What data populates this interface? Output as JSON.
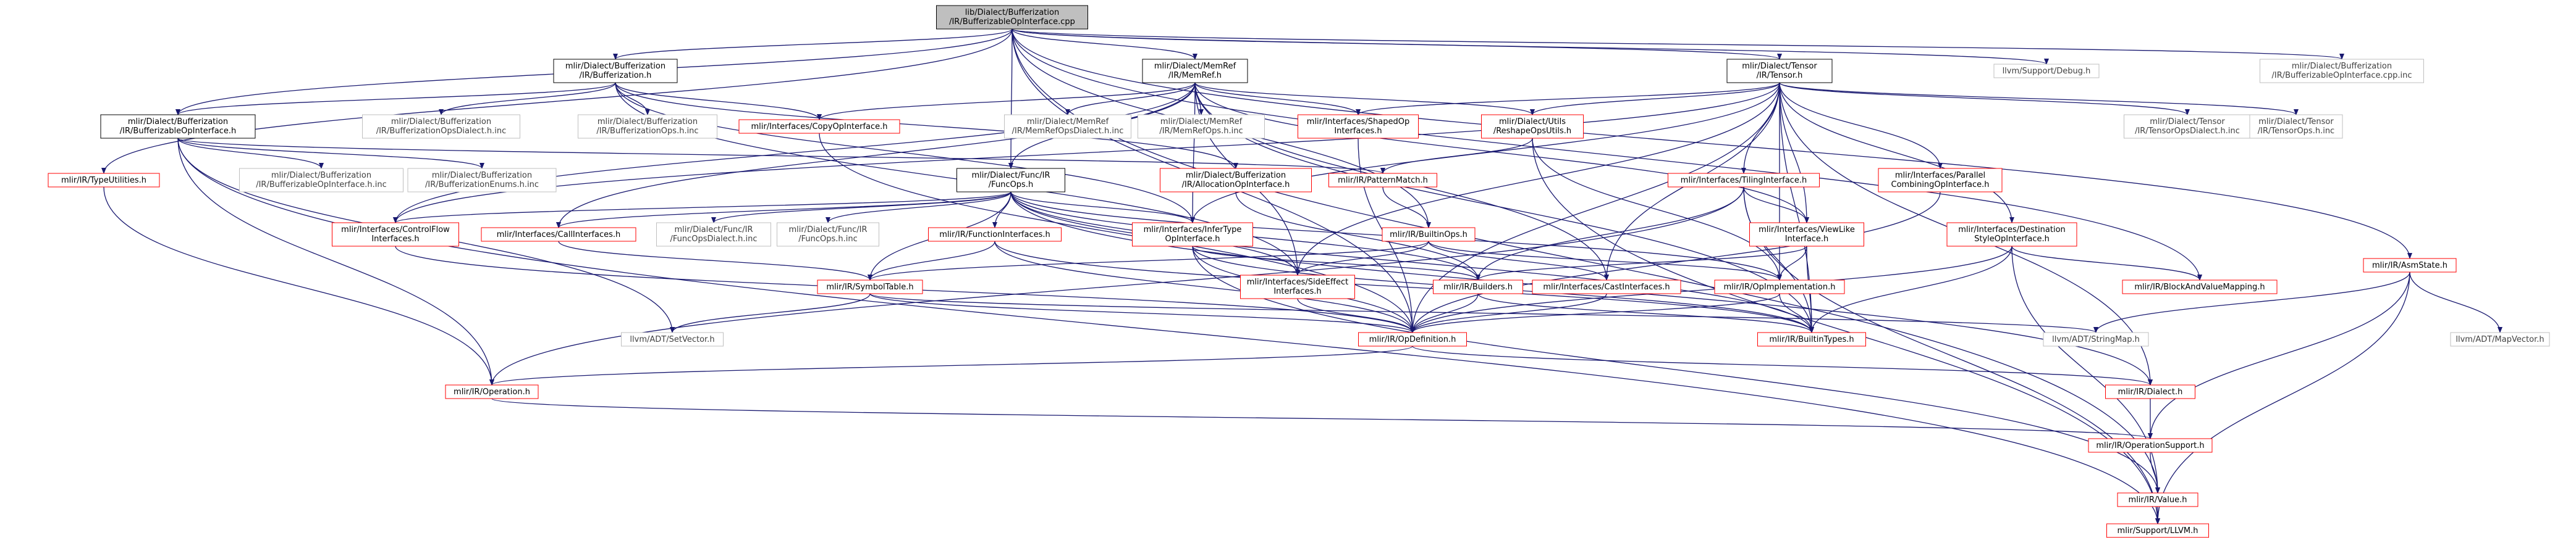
{
  "colors": {
    "edge": "#191970",
    "root_fill": "#bfbfbf",
    "red_border": "#ff0000",
    "grey_border": "#bfbfbf"
  },
  "nodes": [
    {
      "id": "root",
      "lines": [
        "lib/Dialect/Bufferization",
        "/IR/BufferizableOpInterface.cpp"
      ],
      "style": "root"
    },
    {
      "id": "bufferization_h",
      "lines": [
        "mlir/Dialect/Bufferization",
        "/IR/Bufferization.h"
      ],
      "style": "plain"
    },
    {
      "id": "memref_h",
      "lines": [
        "mlir/Dialect/MemRef",
        "/IR/MemRef.h"
      ],
      "style": "plain"
    },
    {
      "id": "tensor_h",
      "lines": [
        "mlir/Dialect/Tensor",
        "/IR/Tensor.h"
      ],
      "style": "plain"
    },
    {
      "id": "debug_h",
      "lines": [
        "llvm/Support/Debug.h"
      ],
      "style": "grey"
    },
    {
      "id": "bufop_cpp_inc",
      "lines": [
        "mlir/Dialect/Bufferization",
        "/IR/BufferizableOpInterface.cpp.inc"
      ],
      "style": "grey"
    },
    {
      "id": "bufop_iface_h",
      "lines": [
        "mlir/Dialect/Bufferization",
        "/IR/BufferizableOpInterface.h"
      ],
      "style": "plain"
    },
    {
      "id": "bufops_dialect_inc",
      "lines": [
        "mlir/Dialect/Bufferization",
        "/IR/BufferizationOpsDialect.h.inc"
      ],
      "style": "grey"
    },
    {
      "id": "bufops_h_inc",
      "lines": [
        "mlir/Dialect/Bufferization",
        "/IR/BufferizationOps.h.inc"
      ],
      "style": "grey"
    },
    {
      "id": "copyop_h",
      "lines": [
        "mlir/Interfaces/CopyOpInterface.h"
      ],
      "style": "red"
    },
    {
      "id": "memref_dialect_inc",
      "lines": [
        "mlir/Dialect/MemRef",
        "/IR/MemRefOpsDialect.h.inc"
      ],
      "style": "grey"
    },
    {
      "id": "memref_ops_inc",
      "lines": [
        "mlir/Dialect/MemRef",
        "/IR/MemRefOps.h.inc"
      ],
      "style": "grey"
    },
    {
      "id": "shapedop_h",
      "lines": [
        "mlir/Interfaces/ShapedOp",
        "Interfaces.h"
      ],
      "style": "red"
    },
    {
      "id": "reshape_h",
      "lines": [
        "mlir/Dialect/Utils",
        "/ReshapeOpsUtils.h"
      ],
      "style": "red"
    },
    {
      "id": "tensor_dialect_inc",
      "lines": [
        "mlir/Dialect/Tensor",
        "/IR/TensorOpsDialect.h.inc"
      ],
      "style": "grey"
    },
    {
      "id": "tensor_ops_inc",
      "lines": [
        "mlir/Dialect/Tensor",
        "/IR/TensorOps.h.inc"
      ],
      "style": "grey"
    },
    {
      "id": "typeutil_h",
      "lines": [
        "mlir/IR/TypeUtilities.h"
      ],
      "style": "red"
    },
    {
      "id": "bufop_iface_inc",
      "lines": [
        "mlir/Dialect/Bufferization",
        "/IR/BufferizableOpInterface.h.inc"
      ],
      "style": "grey"
    },
    {
      "id": "bufenums_inc",
      "lines": [
        "mlir/Dialect/Bufferization",
        "/IR/BufferizationEnums.h.inc"
      ],
      "style": "grey"
    },
    {
      "id": "funcops_h",
      "lines": [
        "mlir/Dialect/Func/IR",
        "/FuncOps.h"
      ],
      "style": "plain"
    },
    {
      "id": "allocop_h",
      "lines": [
        "mlir/Dialect/Bufferization",
        "/IR/AllocationOpInterface.h"
      ],
      "style": "red"
    },
    {
      "id": "patternmatch_h",
      "lines": [
        "mlir/IR/PatternMatch.h"
      ],
      "style": "red"
    },
    {
      "id": "tiling_h",
      "lines": [
        "mlir/Interfaces/TilingInterface.h"
      ],
      "style": "red"
    },
    {
      "id": "parallel_h",
      "lines": [
        "mlir/Interfaces/Parallel",
        "CombiningOpInterface.h"
      ],
      "style": "red"
    },
    {
      "id": "asmstate_h",
      "lines": [
        "mlir/IR/AsmState.h"
      ],
      "style": "red"
    },
    {
      "id": "controlflow_h",
      "lines": [
        "mlir/Interfaces/ControlFlow",
        "Interfaces.h"
      ],
      "style": "red"
    },
    {
      "id": "callif_h",
      "lines": [
        "mlir/Interfaces/CallInterfaces.h"
      ],
      "style": "red"
    },
    {
      "id": "func_dialect_inc",
      "lines": [
        "mlir/Dialect/Func/IR",
        "/FuncOpsDialect.h.inc"
      ],
      "style": "grey"
    },
    {
      "id": "func_ops_inc",
      "lines": [
        "mlir/Dialect/Func/IR",
        "/FuncOps.h.inc"
      ],
      "style": "grey"
    },
    {
      "id": "funcif_h",
      "lines": [
        "mlir/IR/FunctionInterfaces.h"
      ],
      "style": "red"
    },
    {
      "id": "infertype_h",
      "lines": [
        "mlir/Interfaces/InferType",
        "OpInterface.h"
      ],
      "style": "red"
    },
    {
      "id": "builtinops_h",
      "lines": [
        "mlir/IR/BuiltinOps.h"
      ],
      "style": "red"
    },
    {
      "id": "viewlike_h",
      "lines": [
        "mlir/Interfaces/ViewLike",
        "Interface.h"
      ],
      "style": "red"
    },
    {
      "id": "dest_style_h",
      "lines": [
        "mlir/Interfaces/Destination",
        "StyleOpInterface.h"
      ],
      "style": "red"
    },
    {
      "id": "symboltable_h",
      "lines": [
        "mlir/IR/SymbolTable.h"
      ],
      "style": "red"
    },
    {
      "id": "sideeffect_h",
      "lines": [
        "mlir/Interfaces/SideEffect",
        "Interfaces.h"
      ],
      "style": "red"
    },
    {
      "id": "builders_h",
      "lines": [
        "mlir/IR/Builders.h"
      ],
      "style": "red"
    },
    {
      "id": "castif_h",
      "lines": [
        "mlir/Interfaces/CastInterfaces.h"
      ],
      "style": "red"
    },
    {
      "id": "opimpl_h",
      "lines": [
        "mlir/IR/OpImplementation.h"
      ],
      "style": "red"
    },
    {
      "id": "blockmap_h",
      "lines": [
        "mlir/IR/BlockAndValueMapping.h"
      ],
      "style": "red"
    },
    {
      "id": "setvector_h",
      "lines": [
        "llvm/ADT/SetVector.h"
      ],
      "style": "grey"
    },
    {
      "id": "opdef_h",
      "lines": [
        "mlir/IR/OpDefinition.h"
      ],
      "style": "red"
    },
    {
      "id": "builtintypes_h",
      "lines": [
        "mlir/IR/BuiltinTypes.h"
      ],
      "style": "red"
    },
    {
      "id": "stringmap_h",
      "lines": [
        "llvm/ADT/StringMap.h"
      ],
      "style": "grey"
    },
    {
      "id": "mapvector_h",
      "lines": [
        "llvm/ADT/MapVector.h"
      ],
      "style": "grey"
    },
    {
      "id": "operation_h",
      "lines": [
        "mlir/IR/Operation.h"
      ],
      "style": "red"
    },
    {
      "id": "dialect_h",
      "lines": [
        "mlir/IR/Dialect.h"
      ],
      "style": "red"
    },
    {
      "id": "opsupport_h",
      "lines": [
        "mlir/IR/OperationSupport.h"
      ],
      "style": "red"
    },
    {
      "id": "value_h",
      "lines": [
        "mlir/IR/Value.h"
      ],
      "style": "red"
    },
    {
      "id": "llvm_h",
      "lines": [
        "mlir/Support/LLVM.h"
      ],
      "style": "red"
    }
  ],
  "edges": [
    [
      "root",
      "bufferization_h"
    ],
    [
      "root",
      "memref_h"
    ],
    [
      "root",
      "tensor_h"
    ],
    [
      "root",
      "debug_h"
    ],
    [
      "root",
      "bufop_cpp_inc"
    ],
    [
      "root",
      "bufop_iface_h"
    ],
    [
      "root",
      "typeutil_h"
    ],
    [
      "root",
      "funcops_h"
    ],
    [
      "root",
      "asmstate_h"
    ],
    [
      "root",
      "builtinops_h"
    ],
    [
      "root",
      "blockmap_h"
    ],
    [
      "root",
      "opdef_h"
    ],
    [
      "root",
      "value_h"
    ],
    [
      "bufferization_h",
      "bufop_iface_h"
    ],
    [
      "bufferization_h",
      "bufops_dialect_inc"
    ],
    [
      "bufferization_h",
      "bufops_h_inc"
    ],
    [
      "bufferization_h",
      "copyop_h"
    ],
    [
      "bufferization_h",
      "allocop_h"
    ],
    [
      "bufferization_h",
      "infertype_h"
    ],
    [
      "bufferization_h",
      "sideeffect_h"
    ],
    [
      "memref_h",
      "funcops_h"
    ],
    [
      "memref_h",
      "copyop_h"
    ],
    [
      "memref_h",
      "memref_dialect_inc"
    ],
    [
      "memref_h",
      "memref_ops_inc"
    ],
    [
      "memref_h",
      "shapedop_h"
    ],
    [
      "memref_h",
      "reshape_h"
    ],
    [
      "memref_h",
      "controlflow_h"
    ],
    [
      "memref_h",
      "callif_h"
    ],
    [
      "memref_h",
      "infertype_h"
    ],
    [
      "memref_h",
      "castif_h"
    ],
    [
      "memref_h",
      "viewlike_h"
    ],
    [
      "memref_h",
      "sideeffect_h"
    ],
    [
      "memref_h",
      "builtintypes_h"
    ],
    [
      "tensor_h",
      "tensor_dialect_inc"
    ],
    [
      "tensor_h",
      "tensor_ops_inc"
    ],
    [
      "tensor_h",
      "shapedop_h"
    ],
    [
      "tensor_h",
      "reshape_h"
    ],
    [
      "tensor_h",
      "tiling_h"
    ],
    [
      "tensor_h",
      "parallel_h"
    ],
    [
      "tensor_h",
      "dest_style_h"
    ],
    [
      "tensor_h",
      "viewlike_h"
    ],
    [
      "tensor_h",
      "infertype_h"
    ],
    [
      "tensor_h",
      "castif_h"
    ],
    [
      "tensor_h",
      "opimpl_h"
    ],
    [
      "tensor_h",
      "controlflow_h"
    ],
    [
      "tensor_h",
      "builtintypes_h"
    ],
    [
      "tensor_h",
      "dialect_h"
    ],
    [
      "tensor_h",
      "sideeffect_h"
    ],
    [
      "tensor_h",
      "opdef_h"
    ],
    [
      "bufop_iface_h",
      "bufop_iface_inc"
    ],
    [
      "bufop_iface_h",
      "bufenums_inc"
    ],
    [
      "bufop_iface_h",
      "patternmatch_h"
    ],
    [
      "bufop_iface_h",
      "setvector_h"
    ],
    [
      "bufop_iface_h",
      "operation_h"
    ],
    [
      "bufop_iface_h",
      "llvm_h"
    ],
    [
      "funcops_h",
      "controlflow_h"
    ],
    [
      "funcops_h",
      "callif_h"
    ],
    [
      "funcops_h",
      "func_dialect_inc"
    ],
    [
      "funcops_h",
      "func_ops_inc"
    ],
    [
      "funcops_h",
      "funcif_h"
    ],
    [
      "funcops_h",
      "infertype_h"
    ],
    [
      "funcops_h",
      "symboltable_h"
    ],
    [
      "funcops_h",
      "builders_h"
    ],
    [
      "funcops_h",
      "opimpl_h"
    ],
    [
      "funcops_h",
      "sideeffect_h"
    ],
    [
      "funcops_h",
      "builtintypes_h"
    ],
    [
      "funcops_h",
      "dialect_h"
    ],
    [
      "allocop_h",
      "builders_h"
    ],
    [
      "patternmatch_h",
      "builtinops_h"
    ],
    [
      "tiling_h",
      "viewlike_h"
    ],
    [
      "tiling_h",
      "builders_h"
    ],
    [
      "tiling_h",
      "builtintypes_h"
    ],
    [
      "tiling_h",
      "llvm_h"
    ],
    [
      "tiling_h",
      "operation_h"
    ],
    [
      "parallel_h",
      "opdef_h"
    ],
    [
      "dest_style_h",
      "blockmap_h"
    ],
    [
      "dest_style_h",
      "builtintypes_h"
    ],
    [
      "dest_style_h",
      "opdef_h"
    ],
    [
      "dest_style_h",
      "value_h"
    ],
    [
      "asmstate_h",
      "stringmap_h"
    ],
    [
      "asmstate_h",
      "mapvector_h"
    ],
    [
      "asmstate_h",
      "opsupport_h"
    ],
    [
      "asmstate_h",
      "llvm_h"
    ],
    [
      "controlflow_h",
      "opdef_h"
    ],
    [
      "callif_h",
      "symboltable_h"
    ],
    [
      "funcif_h",
      "symboltable_h"
    ],
    [
      "funcif_h",
      "builtintypes_h"
    ],
    [
      "funcif_h",
      "opdef_h"
    ],
    [
      "infertype_h",
      "builders_h"
    ],
    [
      "infertype_h",
      "opdef_h"
    ],
    [
      "infertype_h",
      "builtintypes_h"
    ],
    [
      "infertype_h",
      "value_h"
    ],
    [
      "builtinops_h",
      "symboltable_h"
    ],
    [
      "builtinops_h",
      "opimpl_h"
    ],
    [
      "builtinops_h",
      "castif_h"
    ],
    [
      "builtinops_h",
      "sideeffect_h"
    ],
    [
      "viewlike_h",
      "opimpl_h"
    ],
    [
      "viewlike_h",
      "builtintypes_h"
    ],
    [
      "viewlike_h",
      "builders_h"
    ],
    [
      "symboltable_h",
      "setvector_h"
    ],
    [
      "symboltable_h",
      "opdef_h"
    ],
    [
      "symboltable_h",
      "stringmap_h"
    ],
    [
      "sideeffect_h",
      "opdef_h"
    ],
    [
      "builders_h",
      "opdef_h"
    ],
    [
      "builders_h",
      "builtintypes_h"
    ],
    [
      "castif_h",
      "opdef_h"
    ],
    [
      "opimpl_h",
      "opdef_h"
    ],
    [
      "opimpl_h",
      "builtintypes_h"
    ],
    [
      "opdef_h",
      "operation_h"
    ],
    [
      "opdef_h",
      "dialect_h"
    ],
    [
      "operation_h",
      "opsupport_h"
    ],
    [
      "dialect_h",
      "opsupport_h"
    ],
    [
      "opsupport_h",
      "value_h"
    ],
    [
      "value_h",
      "llvm_h"
    ],
    [
      "shapedop_h",
      "opdef_h"
    ],
    [
      "reshape_h",
      "opimpl_h"
    ],
    [
      "reshape_h",
      "patternmatch_h"
    ],
    [
      "reshape_h",
      "llvm_h"
    ],
    [
      "copyop_h",
      "opdef_h"
    ],
    [
      "typeutil_h",
      "operation_h"
    ]
  ]
}
